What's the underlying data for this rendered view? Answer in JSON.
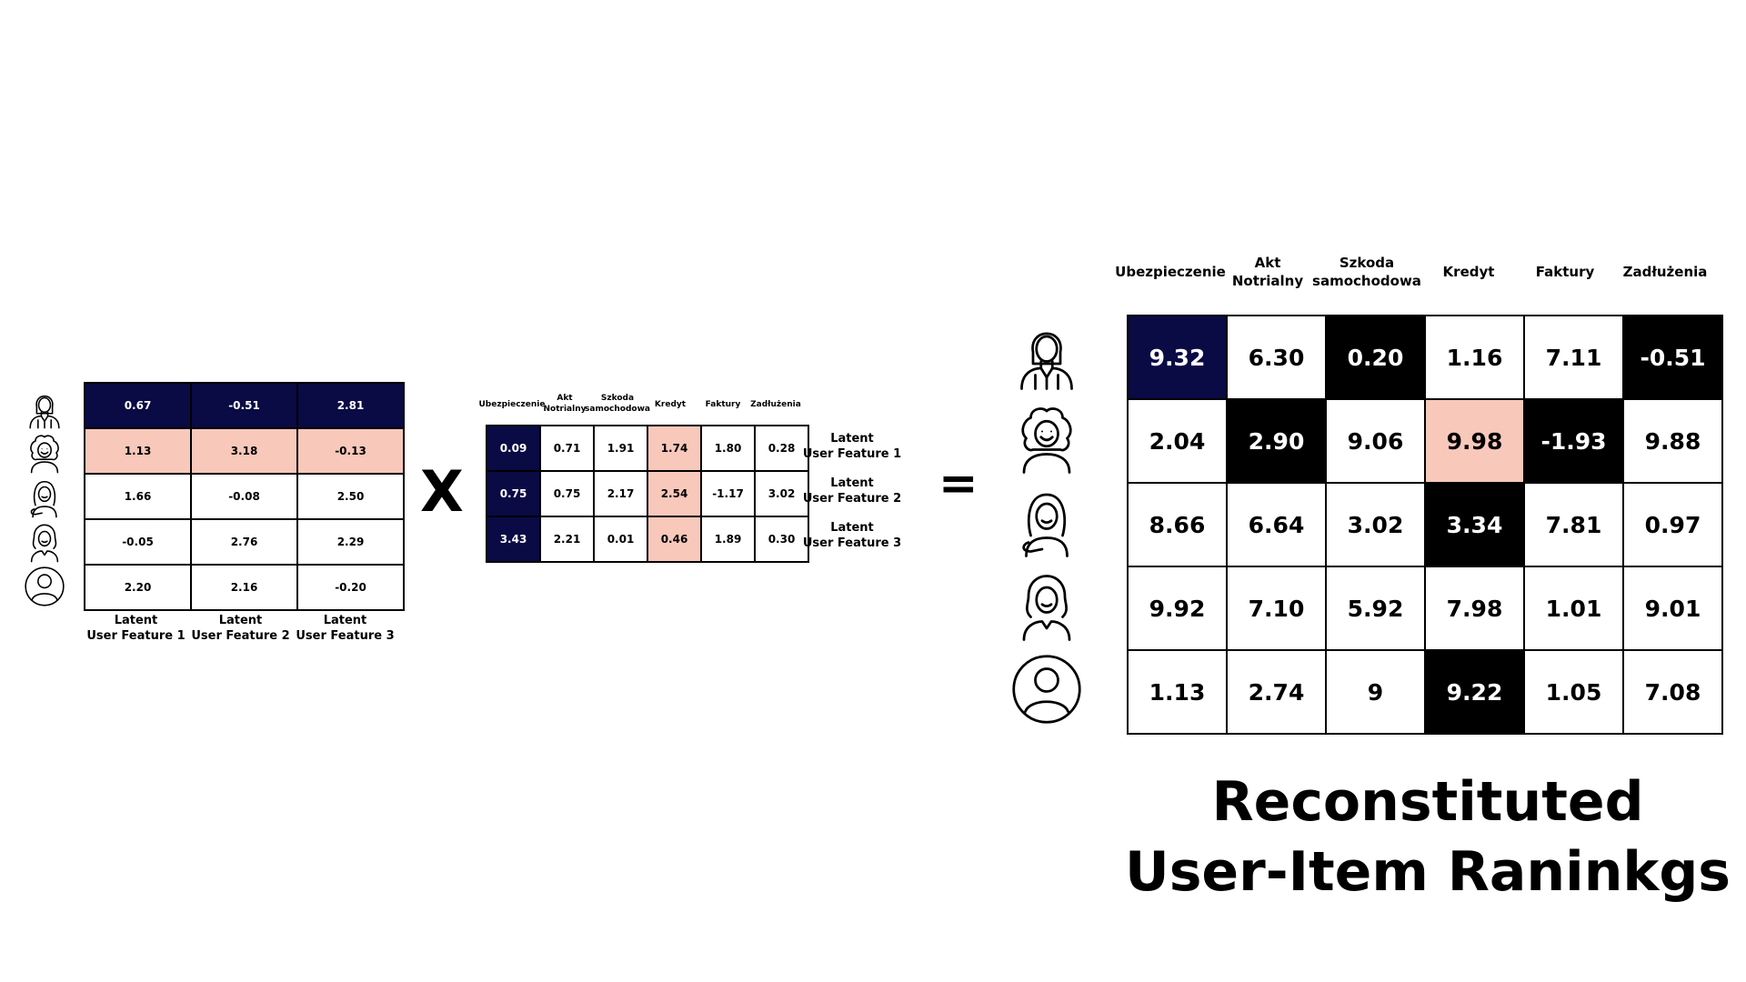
{
  "user_matrix": {
    "rows": [
      [
        "0.67",
        "-0.51",
        "2.81"
      ],
      [
        "1.13",
        "3.18",
        "-0.13"
      ],
      [
        "1.66",
        "-0.08",
        "2.50"
      ],
      [
        "-0.05",
        "2.76",
        "2.29"
      ],
      [
        "2.20",
        "2.16",
        "-0.20"
      ]
    ],
    "row_colors": [
      "navy",
      "pink",
      "white",
      "white",
      "white"
    ],
    "col_labels": [
      "Latent\nUser Feature 1",
      "Latent\nUser Feature 2",
      "Latent\nUser Feature 3"
    ]
  },
  "operators": {
    "times": "X",
    "equals": "="
  },
  "item_matrix": {
    "col_labels": [
      "Ubezpieczenie",
      "Akt\nNotrialny",
      "Szkoda\nsamochodowa",
      "Kredyt",
      "Faktury",
      "Zadłużenia"
    ],
    "rows": [
      [
        "0.09",
        "0.71",
        "1.91",
        "1.74",
        "1.80",
        "0.28"
      ],
      [
        "0.75",
        "0.75",
        "2.17",
        "2.54",
        "-1.17",
        "3.02"
      ],
      [
        "3.43",
        "2.21",
        "0.01",
        "0.46",
        "1.89",
        "0.30"
      ]
    ],
    "col_colors": [
      "navy",
      "white",
      "white",
      "pink",
      "white",
      "white"
    ],
    "row_labels": [
      "Latent\nUser Feature 1",
      "Latent\nUser Feature 2",
      "Latent\nUser Feature 3"
    ]
  },
  "result_matrix": {
    "col_labels": [
      "Ubezpieczenie",
      "Akt\nNotrialny",
      "Szkoda\nsamochodowa",
      "Kredyt",
      "Faktury",
      "Zadłużenia"
    ],
    "rows": [
      [
        "9.32",
        "6.30",
        "0.20",
        "1.16",
        "7.11",
        "-0.51"
      ],
      [
        "2.04",
        "2.90",
        "9.06",
        "9.98",
        "-1.93",
        "9.88"
      ],
      [
        "8.66",
        "6.64",
        "3.02",
        "3.34",
        "7.81",
        "0.97"
      ],
      [
        "9.92",
        "7.10",
        "5.92",
        "7.98",
        "1.01",
        "9.01"
      ],
      [
        "1.13",
        "2.74",
        "9",
        "9.22",
        "1.05",
        "7.08"
      ]
    ],
    "cell_colors": [
      [
        "navy",
        "white",
        "black",
        "white",
        "white",
        "black"
      ],
      [
        "white",
        "black",
        "white",
        "pink",
        "black",
        "white"
      ],
      [
        "white",
        "white",
        "white",
        "black",
        "white",
        "white"
      ],
      [
        "white",
        "white",
        "white",
        "white",
        "white",
        "white"
      ],
      [
        "white",
        "white",
        "white",
        "black",
        "white",
        "white"
      ]
    ]
  },
  "user_icons": [
    "businesswoman-icon",
    "curly-hair-woman-icon",
    "woman-long-hair-icon",
    "woman-wavy-hair-icon",
    "user-circle-icon"
  ],
  "title": "Reconstituted\nUser-Item Raninkgs"
}
